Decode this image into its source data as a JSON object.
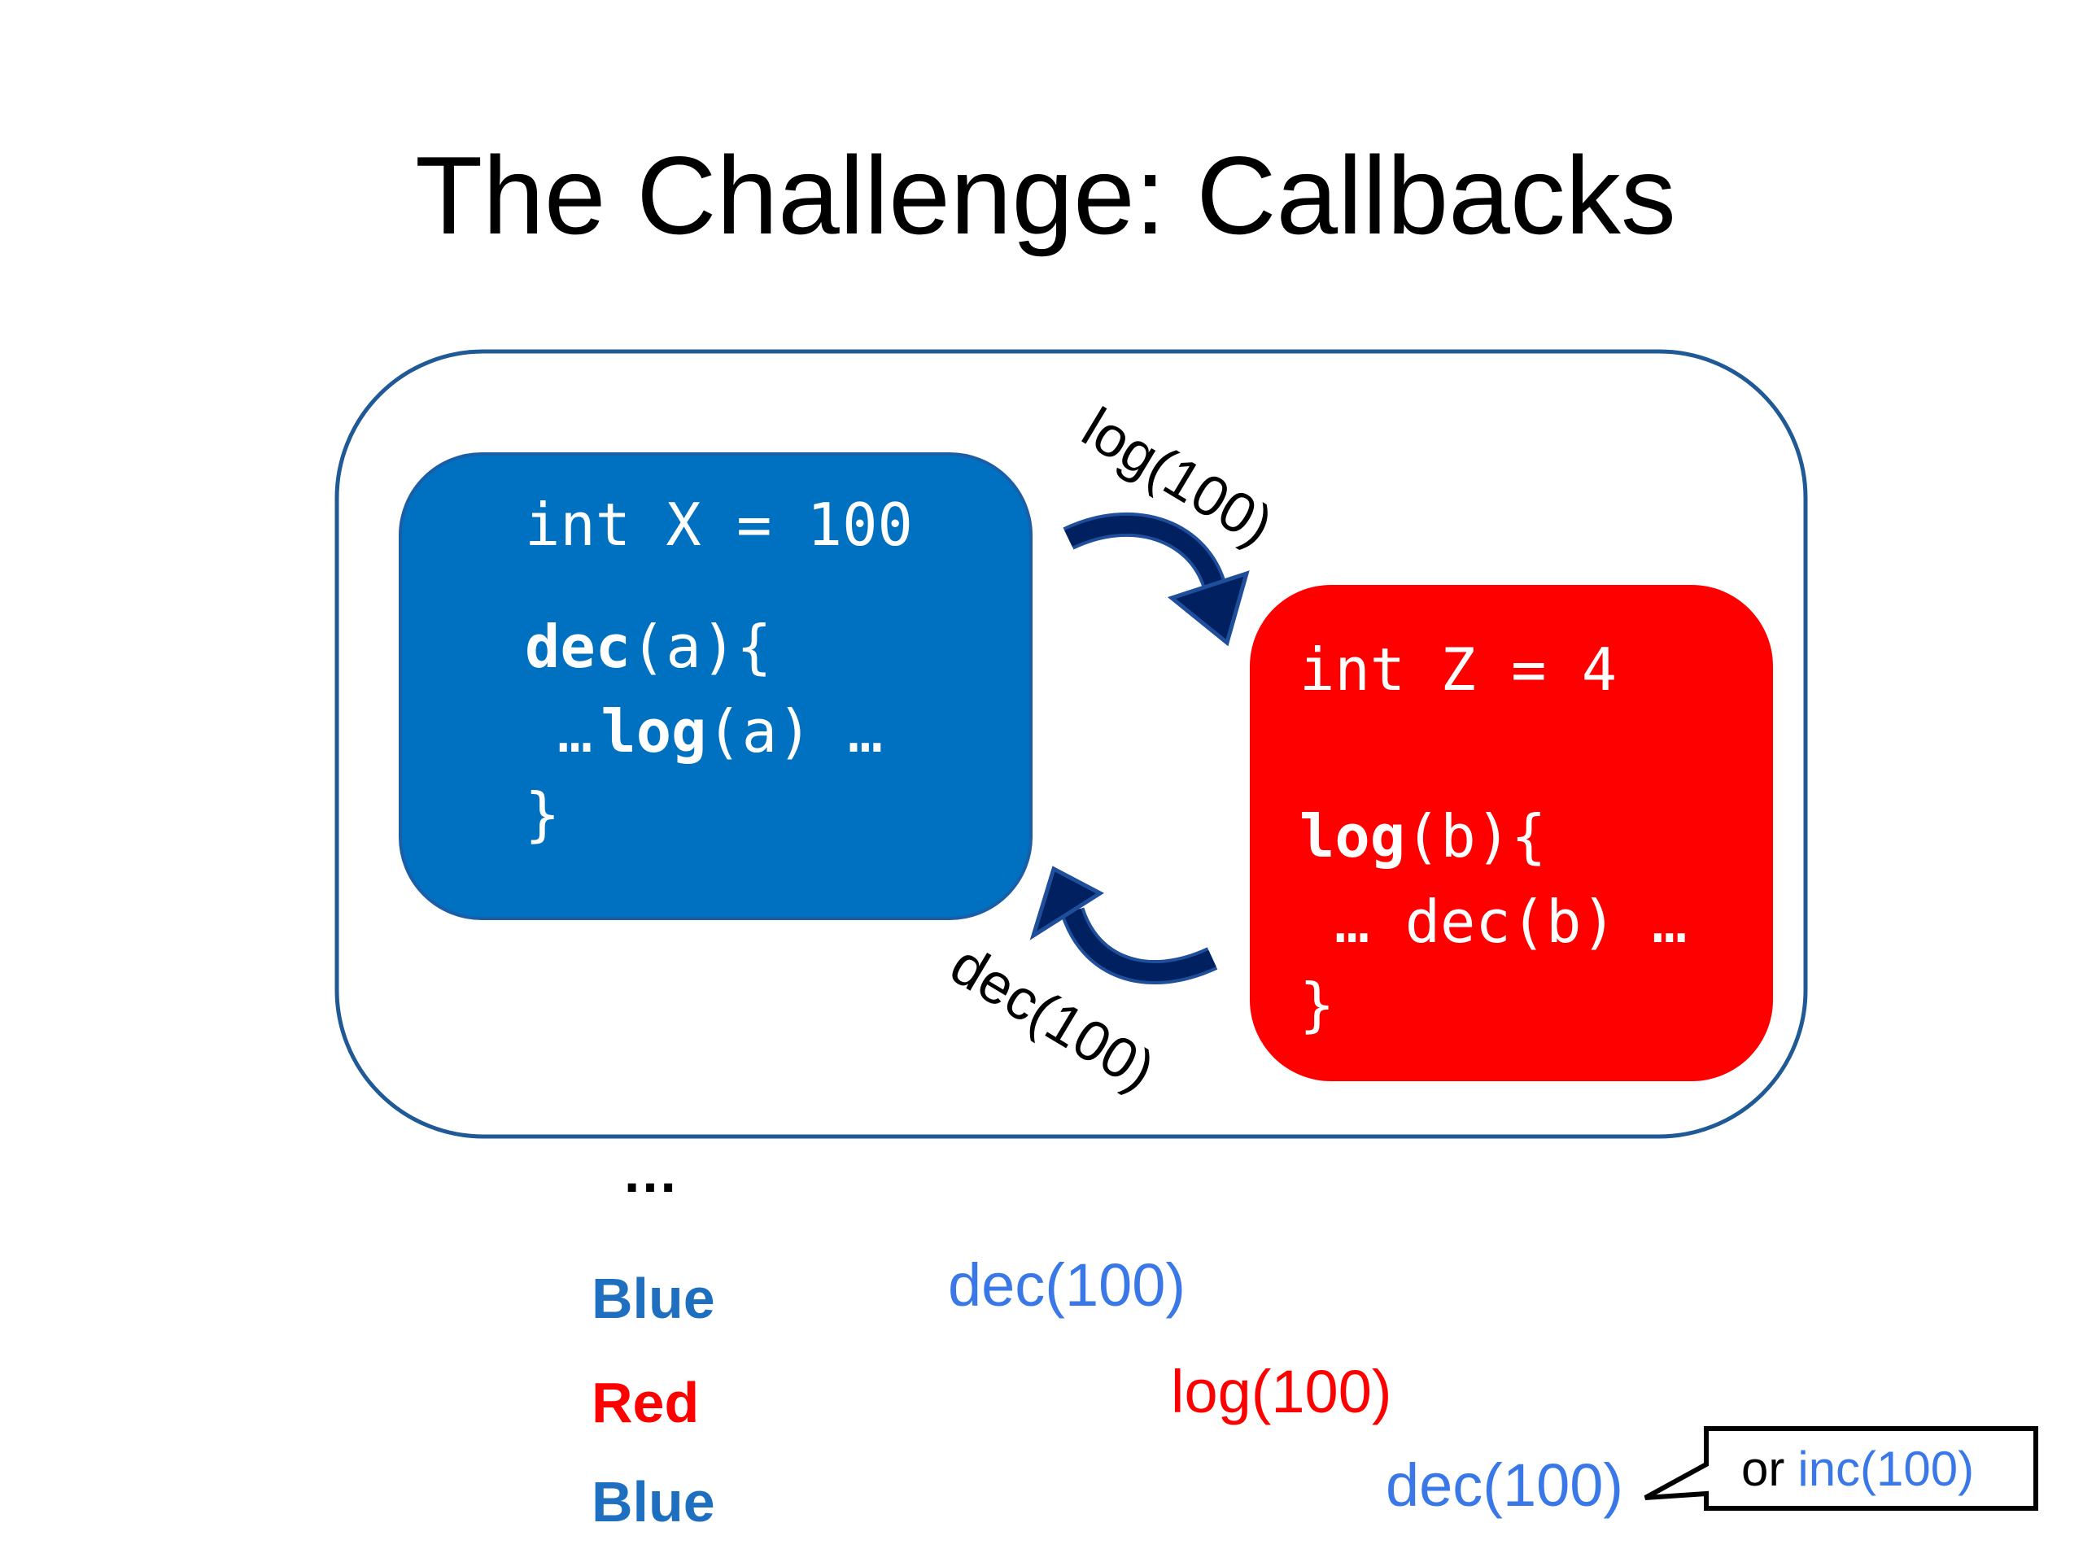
{
  "slide": {
    "title": "The Challenge: Callbacks",
    "colors": {
      "outer_border": "#1f5a96",
      "blue_box": "#0070c0",
      "red_box": "#ff0000",
      "arrow": "#002060",
      "label_blue": "#1f6fc0",
      "label_red": "#ff0000",
      "call_blue": "#3a78e8",
      "call_red": "#ff0000"
    },
    "blue_box": {
      "line1": "int X = 100",
      "line2_fn": "dec",
      "line2_rest": "(a){",
      "line3_pre": "…",
      "line3_fn": "log",
      "line3_rest": "(a) …",
      "line4": "}"
    },
    "red_box": {
      "line1": "int Z = 4",
      "line2_fn": "log",
      "line2_rest": "(b){",
      "line3": "… dec(b) …",
      "line4": "}"
    },
    "arrows": {
      "top_label": "log(100)",
      "bottom_label": "dec(100)"
    },
    "sequence": {
      "ellipsis": "…",
      "rows": [
        {
          "label": "Blue",
          "call": "dec(100)"
        },
        {
          "label": "Red",
          "call": "log(100)"
        },
        {
          "label": "Blue",
          "call": "dec(100)"
        }
      ],
      "callout": {
        "prefix": "or",
        "call": "inc(100)"
      }
    }
  }
}
